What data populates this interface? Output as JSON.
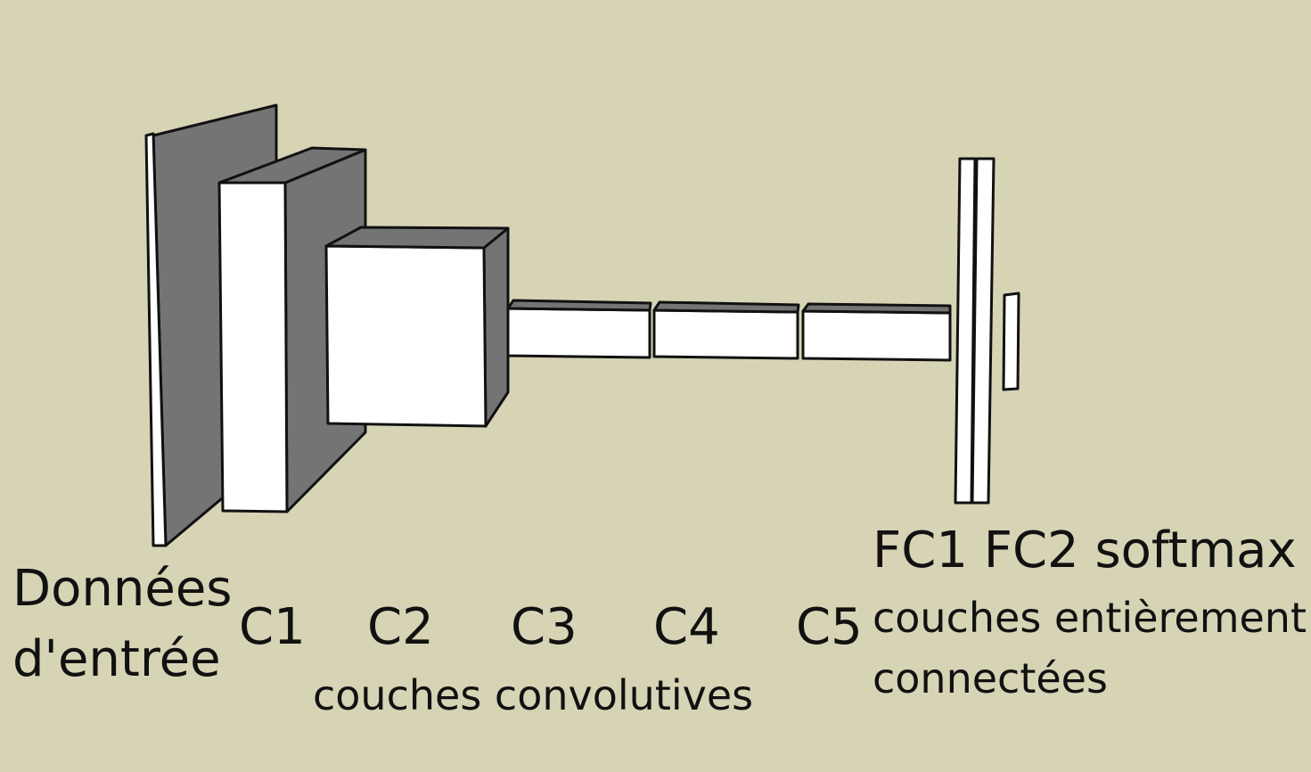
{
  "colors": {
    "background": "#d6d4b5",
    "front_face": "#ffffff",
    "side_face": "#747474",
    "outline": "#111111"
  },
  "layers": {
    "input": {
      "label_line1": "Données",
      "label_line2": "d'entrée"
    },
    "c1": {
      "label": "C1"
    },
    "c2": {
      "label": "C2"
    },
    "c3": {
      "label": "C3"
    },
    "c4": {
      "label": "C4"
    },
    "c5": {
      "label": "C5"
    },
    "fc_header": "FC1 FC2 softmax"
  },
  "groups": {
    "conv": "couches convolutives",
    "fc_line1": "couches entièrement",
    "fc_line2": "connectées"
  }
}
